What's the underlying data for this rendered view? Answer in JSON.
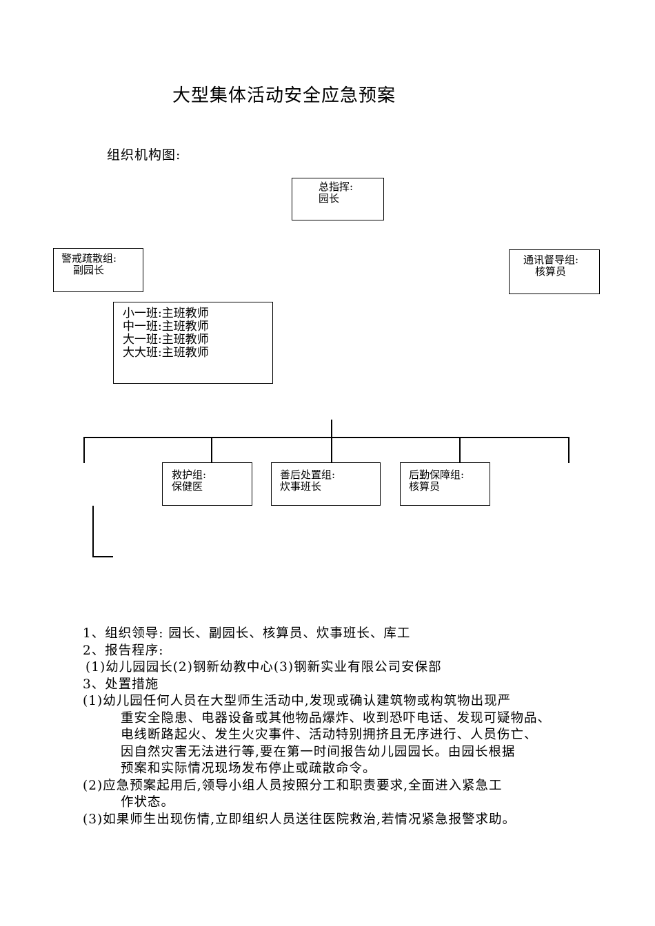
{
  "title": "大型集体活动安全应急预案",
  "org_chart_label": "组织机构图:",
  "org": {
    "commander": {
      "role": "总指挥:",
      "person": "园长"
    },
    "evacuation": {
      "role": "警戒疏散组:",
      "person": "副园长"
    },
    "communication": {
      "role": "通讯督导组:",
      "person": "核算员"
    },
    "classes": [
      "小一班:主班教师",
      "中一班:主班教师",
      "大一班:主班教师",
      "大大班:主班教师"
    ],
    "rescue": {
      "role": "救护组:",
      "person": "保健医"
    },
    "aftermath": {
      "role": "善后处置组:",
      "person": "炊事班长"
    },
    "logistics": {
      "role": "后勤保障组:",
      "person": "核算员"
    }
  },
  "body": {
    "item1": "1、组织领导: 园长、副园长、核算员、炊事班长、库工",
    "item2": "2、报告程序:",
    "item2_detail": "(1)幼儿园园长(2)钢新幼教中心(3)钢新实业有限公司安保部",
    "item3": "3、处置措施",
    "m1_lines": [
      "(1)幼儿园任何人员在大型师生活动中,发现或确认建筑物或构筑物出现严",
      "重安全隐患、电器设备或其他物品爆炸、收到恐吓电话、发现可疑物品、",
      "电线断路起火、发生火灾事件、活动特别拥挤且无序进行、人员伤亡、",
      "因自然灾害无法进行等,要在第一时间报告幼儿园园长。由园长根据",
      "预案和实际情况现场发布停止或疏散命令。"
    ],
    "m2_lines": [
      "(2)应急预案起用后,领导小组人员按照分工和职责要求,全面进入紧急工",
      "作状态。"
    ],
    "m3_lines": [
      "(3)如果师生出现伤情,立即组织人员送往医院救治,若情况紧急报警求助。"
    ]
  }
}
